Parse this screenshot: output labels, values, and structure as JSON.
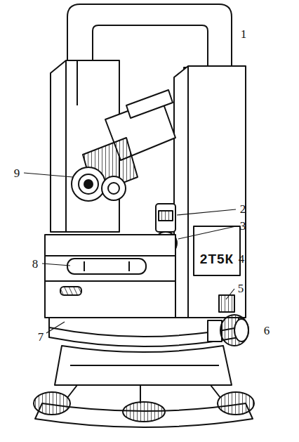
{
  "diagram": {
    "labels": [
      "1",
      "2",
      "3",
      "4",
      "5",
      "6",
      "7",
      "8",
      "9",
      "2Т5К"
    ]
  }
}
